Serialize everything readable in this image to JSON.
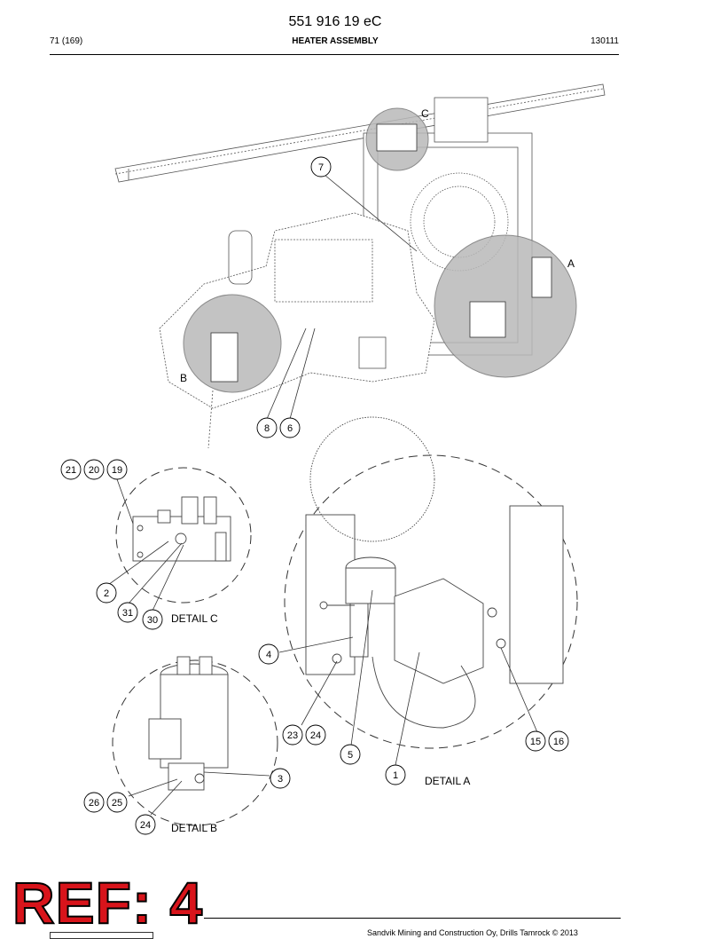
{
  "header": {
    "doc_number": "551 916 19 eC",
    "page": "71 (169)",
    "title": "HEATER ASSEMBLY",
    "date_code": "130111"
  },
  "details": {
    "a": {
      "view_letter": "A",
      "label": "DETAIL A"
    },
    "b": {
      "view_letter": "B",
      "label": "DETAIL B"
    },
    "c": {
      "view_letter": "C",
      "label": "DETAIL C"
    }
  },
  "callouts": [
    "1",
    "2",
    "3",
    "4",
    "5",
    "6",
    "7",
    "8",
    "15",
    "16",
    "19",
    "20",
    "21",
    "23",
    "24",
    "24",
    "25",
    "26",
    "30",
    "31"
  ],
  "stamp": "REF: 4",
  "footer": {
    "text": "Sandvik Mining and Construction Oy, Drills Tamrock © 2013"
  },
  "colors": {
    "stamp_red": "#d8141b",
    "highlight_gray": "#b9b9b9",
    "line": "#555555"
  }
}
